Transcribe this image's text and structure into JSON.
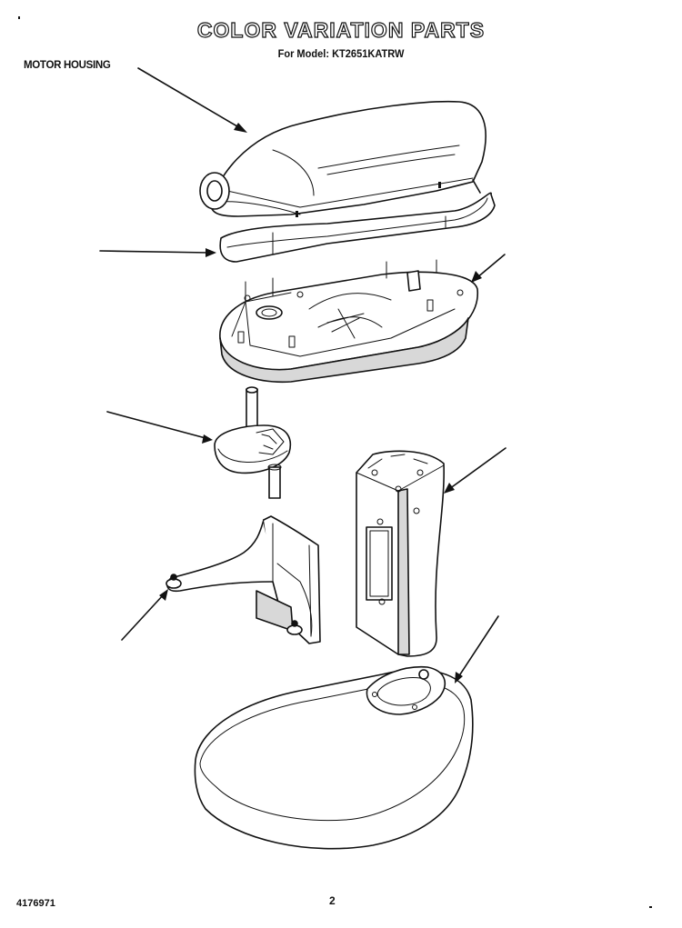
{
  "title": "COLOR VARIATION PARTS",
  "subtitle": "For Model: KT2651KATRW",
  "labels": {
    "motor_housing": "MOTOR HOUSING"
  },
  "footer": {
    "doc_number": "4176971",
    "page_number": "2"
  }
}
